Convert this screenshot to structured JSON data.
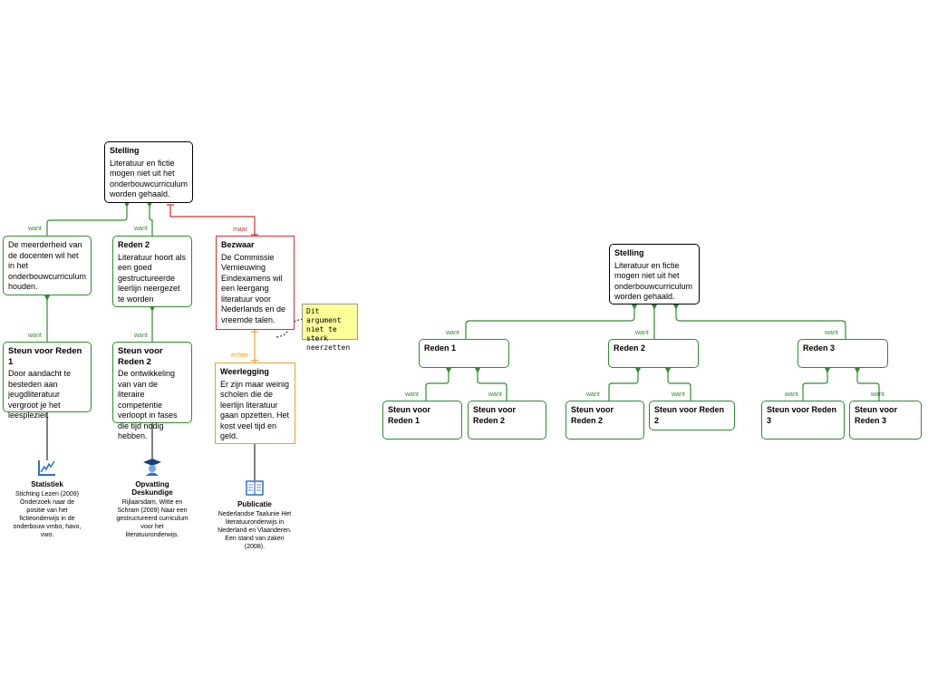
{
  "left": {
    "claim": {
      "title": "Stelling",
      "body": "Literatuur en fictie mogen niet uit het onderbouwcurriculum worden gehaald."
    },
    "reason1": {
      "body": "De meerderheid van de docenten wil het in het onderbouwcurriculum houden."
    },
    "reason2": {
      "title": "Reden 2",
      "body": "Literatuur hoort als een goed gestructureerde leerlijn neergezet te worden"
    },
    "objection": {
      "title": "Bezwaar",
      "body": "De Commissie Vernieuwing Eindexamens wil een leergang literatuur voor Nederlands en de vreemde talen."
    },
    "support1": {
      "title": "Steun voor Reden 1",
      "body": "Door aandacht te besteden aan jeugdliteratuur vergroot je het leesplezier."
    },
    "support2": {
      "title": "Steun voor Reden 2",
      "body": "De ontwikkeling van van de literaire competentie verloopt in fases die tijd nodig hebben."
    },
    "rebuttal": {
      "title": "Weerlegging",
      "body": "Er zijn maar weinig scholen die de leerlijn literatuur gaan opzetten. Het kost veel tijd en geld."
    },
    "note": "Dit argument niet te sterk neerzetten",
    "sources": [
      {
        "title": "Statistiek",
        "body": "Stichting Lezen (2009) Onderzoek naar de positie van het fictieonderwijs in de onderbouw vmbo, havo, vwo."
      },
      {
        "title": "Opvatting Deskundige",
        "body": "Rijlaarsdam, Witte en Schram (2009) Naar een gestructureerd curriculum voor het literatuuronderwijs."
      },
      {
        "title": "Publicatie",
        "body": "Nederlandse Taalunie Het literatuuronderwijs in Nederland en Vlaanderen. Een stand van zaken (2008)."
      }
    ],
    "labels": {
      "want": "want",
      "maar": "maar",
      "echter": "echter"
    }
  },
  "right": {
    "claim": {
      "title": "Stelling",
      "body": "Literatuur en fictie mogen niet uit het onderbouwcurriculum worden gehaald."
    },
    "reasons": [
      "Reden 1",
      "Reden 2",
      "Reden 3"
    ],
    "supports": [
      "Steun voor Reden 1",
      "Steun voor Reden 2",
      "Steun voor Reden 2",
      "Steun voor Reden 2",
      "Steun voor Reden 3",
      "Steun voor Reden 3"
    ],
    "label_want": "want"
  },
  "colors": {
    "green": "#2e8b2e",
    "red": "#d03030",
    "orange": "#e8a22a",
    "note": "#ffff99",
    "icon_blue": "#2f6fc7"
  }
}
